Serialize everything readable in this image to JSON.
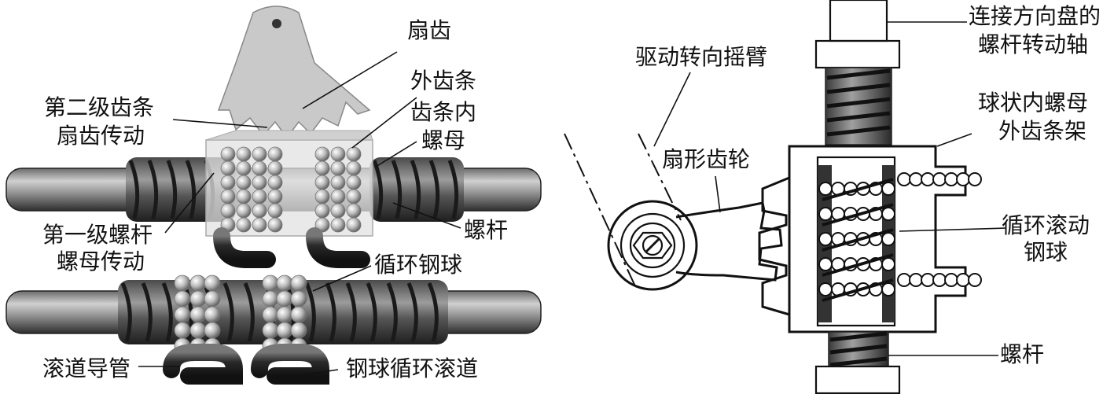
{
  "left_labels": {
    "sector_gear": "扇齿",
    "outer_rack": "外齿条",
    "second_stage_line1": "第二级齿条",
    "second_stage_line2": "扇齿传动",
    "rack_nut_line1": "齿条内",
    "rack_nut_line2": "螺母",
    "first_stage_line1": "第一级螺杆",
    "first_stage_line2": "螺母传动",
    "screw": "螺杆",
    "recirculating_balls": "循环钢球",
    "guide_tube": "滚道导管",
    "ball_return_channel": "钢球循环滚道"
  },
  "right_labels": {
    "steering_shaft_line1": "连接方向盘的",
    "steering_shaft_line2": "螺杆转动轴",
    "pitman_arm": "驱动转向摇臂",
    "ball_nut_line1": "球状内螺母",
    "ball_nut_line2": "外齿条架",
    "sector_gear": "扇形齿轮",
    "balls_line1": "循环滚动",
    "balls_line2": "钢球",
    "screw": "螺杆"
  },
  "colors": {
    "metal_dark": "#3a3a3a",
    "metal_mid": "#8a8a8a",
    "metal_light": "#d8d8d8",
    "sector_fill": "#c8c8c8",
    "ink": "#111111"
  }
}
